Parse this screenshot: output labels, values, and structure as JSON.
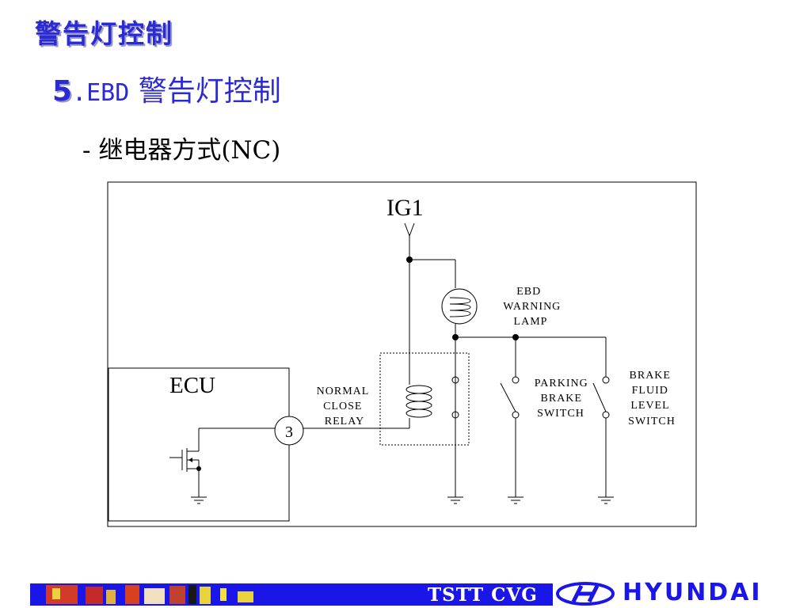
{
  "header": {
    "title": "警告灯控制",
    "subtitle_number": "5",
    "subtitle_abbr": ".EBD",
    "subtitle_text": "警告灯控制",
    "bullet": "- 继电器方式(NC)"
  },
  "diagram": {
    "supply_label": "IG1",
    "ecu_label": "ECU",
    "pin_label": "3",
    "relay_label": [
      "NORMAL",
      "CLOSE",
      "RELAY"
    ],
    "lamp_label": [
      "EBD",
      "WARNING",
      "LAMP"
    ],
    "parking_label": [
      "PARKING",
      "BRAKE",
      "SWITCH"
    ],
    "brake_fluid_label": [
      "BRAKE",
      "FLUID",
      "LEVEL",
      "SWITCH"
    ]
  },
  "footer": {
    "text": "TSTT CVG",
    "logo_text": "HYUNDAI"
  },
  "colors": {
    "title_blue": "#2b2bd6",
    "footer_blue": "#1a16e8"
  }
}
